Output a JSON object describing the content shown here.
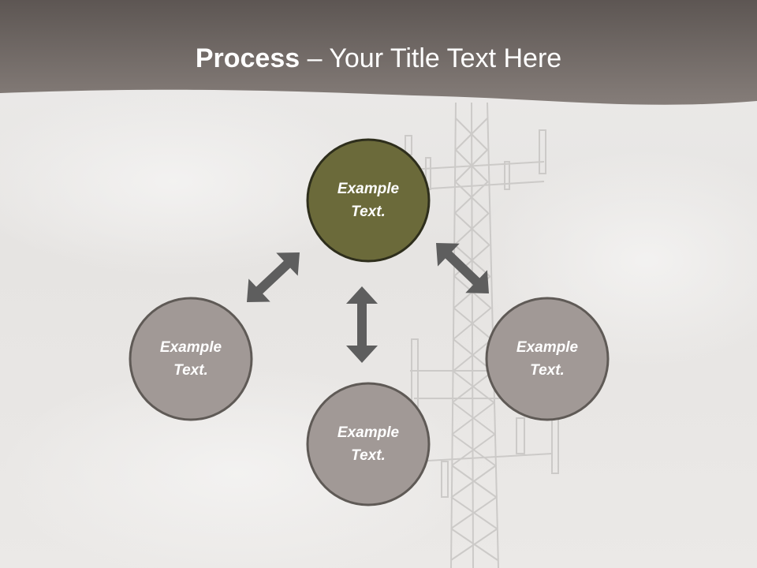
{
  "slide": {
    "title_bold": "Process",
    "title_rest": " – Your Title Text Here"
  },
  "colors": {
    "header_band": "#7f7672",
    "center_node_fill": "#6b6a3a",
    "outer_node_fill": "#a19996",
    "node_stroke": "#5f5a56",
    "arrow": "#5e5e5e"
  },
  "diagram": {
    "nodes": [
      {
        "id": "top",
        "label_line1": "Example",
        "label_line2": "Text.",
        "highlighted": true
      },
      {
        "id": "left",
        "label_line1": "Example",
        "label_line2": "Text.",
        "highlighted": false
      },
      {
        "id": "right",
        "label_line1": "Example",
        "label_line2": "Text.",
        "highlighted": false
      },
      {
        "id": "bottom",
        "label_line1": "Example",
        "label_line2": "Text.",
        "highlighted": false
      }
    ],
    "arrows": [
      {
        "from": "top",
        "to": "left",
        "type": "bidirectional"
      },
      {
        "from": "top",
        "to": "right",
        "type": "bidirectional"
      },
      {
        "from": "top",
        "to": "bottom",
        "type": "bidirectional"
      }
    ]
  }
}
